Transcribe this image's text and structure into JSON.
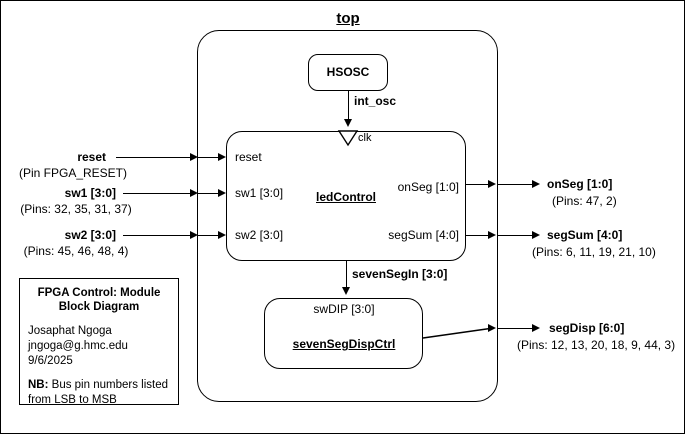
{
  "diagram": {
    "top_module": {
      "name": "top"
    },
    "blocks": [
      {
        "id": "hsosc",
        "label": "HSOSC"
      },
      {
        "id": "ledcontrol",
        "label": "ledControl",
        "inputs": [
          "reset",
          "sw1 [3:0]",
          "sw2 [3:0]"
        ],
        "clock_port": "clk",
        "outputs": [
          "onSeg [1:0]",
          "segSum [4:0]"
        ]
      },
      {
        "id": "sevensegdispctrl",
        "label": "sevenSegDispCtrl",
        "inputs": [
          "swDIP [3:0]"
        ]
      }
    ],
    "internal_nets": [
      {
        "name": "int_osc",
        "from": "hsosc",
        "to": "ledcontrol"
      },
      {
        "name": "sevenSegIn [3:0]",
        "from": "ledcontrol",
        "to": "sevensegdispctrl"
      }
    ],
    "ports_in": [
      {
        "name": "reset",
        "pins": "(Pin FPGA_RESET)"
      },
      {
        "name": "sw1 [3:0]",
        "pins": "(Pins: 32, 35, 31, 37)"
      },
      {
        "name": "sw2 [3:0]",
        "pins": "(Pins: 45, 46, 48, 4)"
      }
    ],
    "ports_out": [
      {
        "name": "onSeg [1:0]",
        "pins": "(Pins: 47, 2)"
      },
      {
        "name": "segSum [4:0]",
        "pins": "(Pins: 6, 11, 19, 21, 10)"
      },
      {
        "name": "segDisp [6:0]",
        "pins": "(Pins: 12, 13, 20, 18, 9, 44, 3)"
      }
    ]
  },
  "legend": {
    "title_line1": "FPGA Control: Module",
    "title_line2": "Block Diagram",
    "author": "Josaphat Ngoga",
    "email": "jngoga@g.hmc.edu",
    "date": "9/6/2025",
    "note_label": "NB:",
    "note_line1": " Bus pin numbers listed",
    "note_line2": "from LSB to MSB"
  },
  "colors": {
    "stroke": "#000000",
    "background": "#ffffff"
  }
}
